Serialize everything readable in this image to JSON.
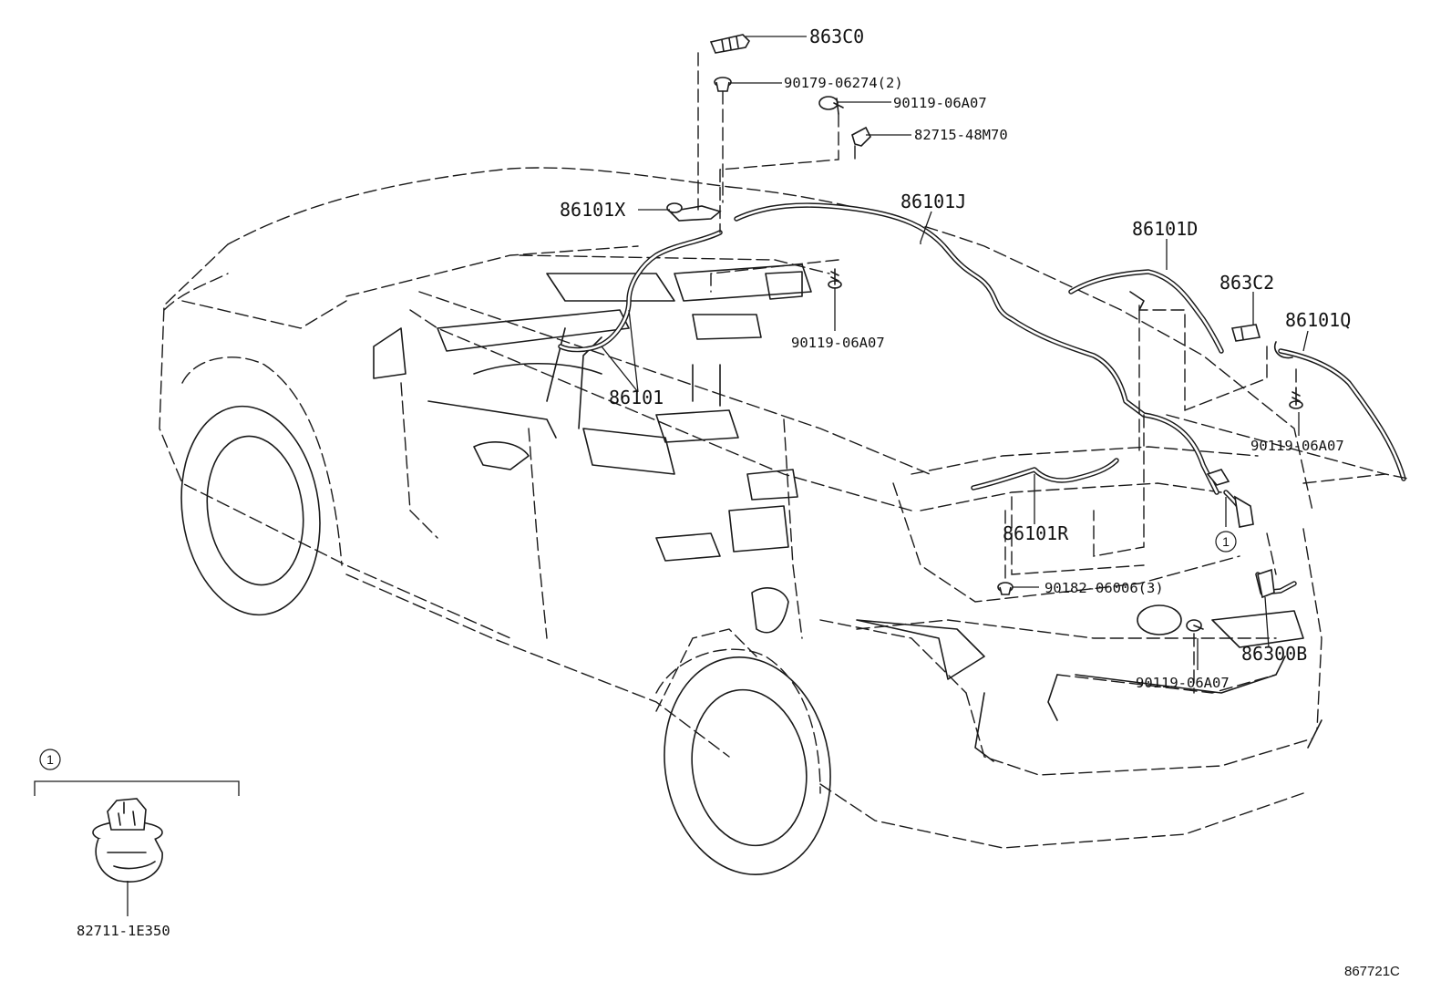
{
  "callouts": {
    "p863C0": "863C0",
    "p90179": "90179-06274(2)",
    "p90119_top": "90119-06A07",
    "p82715": "82715-48M70",
    "p86101X": "86101X",
    "p86101J": "86101J",
    "p86101D": "86101D",
    "p863C2": "863C2",
    "p86101Q": "86101Q",
    "p90119_mid": "90119-06A07",
    "p86101": "86101",
    "p90119_right": "90119-06A07",
    "p86101R": "86101R",
    "p90182": "90182-06006(3)",
    "p86300B": "86300B",
    "p90119_bottom": "90119-06A07",
    "p82711": "82711-1E350"
  },
  "detail_marker": "1",
  "ref_code": "867721C",
  "colors": {
    "line": "#1a1a1a",
    "background": "#ffffff"
  }
}
